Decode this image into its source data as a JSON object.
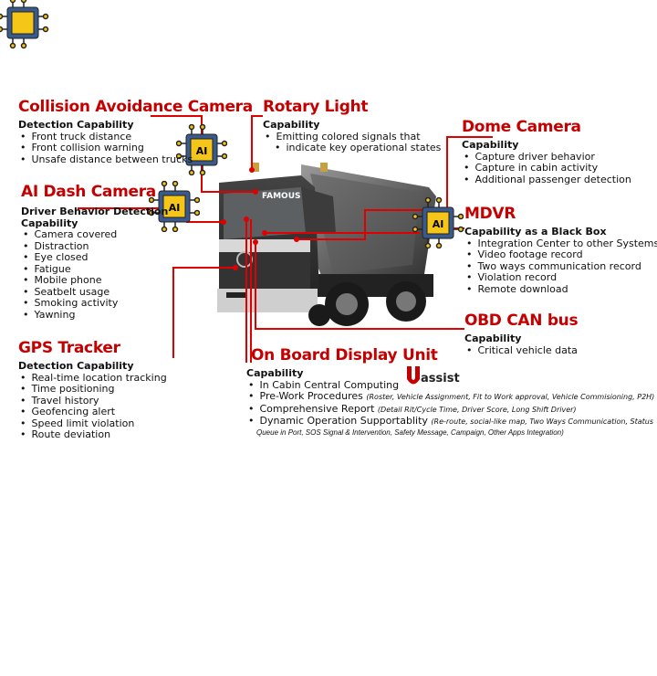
{
  "collision": {
    "title": "Collision Avoidance Camera",
    "sub": "Detection Capability",
    "items": [
      "Front truck distance",
      "Front collision warning",
      "Unsafe distance between trucks"
    ]
  },
  "rotary": {
    "title": "Rotary Light",
    "sub": "Capability",
    "items": [
      "Emitting colored signals that",
      "indicate key operational states"
    ]
  },
  "dome": {
    "title": "Dome Camera",
    "sub": "Capability",
    "items": [
      "Capture driver behavior",
      "Capture in cabin activity",
      "Additional passenger detection"
    ]
  },
  "dash": {
    "title": "AI Dash Camera",
    "sub1": "Driver Behavior Detection",
    "sub": "Capability",
    "items": [
      "Camera covered",
      "Distraction",
      "Eye closed",
      "Fatigue",
      "Mobile phone",
      "Seatbelt usage",
      "Smoking activity",
      "Yawning"
    ]
  },
  "mdvr": {
    "title": "MDVR",
    "sub": "Capability as a Black Box",
    "items": [
      "Integration Center to other Systems",
      "Video footage record",
      "Two ways communication record",
      "Violation record",
      "Remote download"
    ]
  },
  "obd": {
    "title": "OBD CAN bus",
    "sub": "Capability",
    "items": [
      "Critical vehicle data"
    ]
  },
  "gps": {
    "title": "GPS Tracker",
    "sub": "Detection Capability",
    "items": [
      "Real-time location tracking",
      "Time positioning",
      "Travel history",
      "Geofencing alert",
      "Speed limit violation",
      "Route deviation"
    ]
  },
  "obdu": {
    "title": "On Board Display Unit",
    "sub": "Capability",
    "logo": "assist",
    "items": [
      {
        "label": "In Cabin Central Computing",
        "note": ""
      },
      {
        "label": "Pre-Work Procedures",
        "note": "(Roster, Vehicle Assignment, Fit to Work approval, Vehicle Commisioning, P2H)"
      },
      {
        "label": "Comprehensive Report",
        "note": "(Detail Rit/Cycle Time, Driver Score, Long Shift Driver)"
      },
      {
        "label": "Dynamic Operation Supportablity",
        "note": "(Re-route, social-like map, Two Ways Communication, Status",
        "note2": "Queue in Port, SOS Signal & Intervention, Safety Message, Campaign, Other Apps Integration)"
      }
    ]
  },
  "chip_label": "AI",
  "truck_brand": "FAMOUS",
  "colors": {
    "accent": "#c40000",
    "chip": "#f5c518",
    "chip_border": "#3a5a8c"
  }
}
